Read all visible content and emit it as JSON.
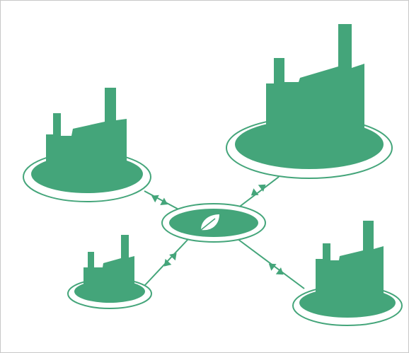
{
  "diagram": {
    "colors": {
      "primary": "#44a57a",
      "background": "#ffffff",
      "frame_border": "#c8c8c8"
    },
    "hub": {
      "icon": "leaf-icon"
    },
    "nodes": [
      {
        "id": "factory-top-left",
        "icon": "factory-icon",
        "link": "bidirectional-arrows"
      },
      {
        "id": "factory-top-right",
        "icon": "factory-icon",
        "link": "bidirectional-arrows"
      },
      {
        "id": "factory-bottom-left",
        "icon": "factory-icon",
        "link": "bidirectional-arrows"
      },
      {
        "id": "factory-bottom-right",
        "icon": "factory-icon",
        "link": "bidirectional-arrows"
      }
    ]
  }
}
